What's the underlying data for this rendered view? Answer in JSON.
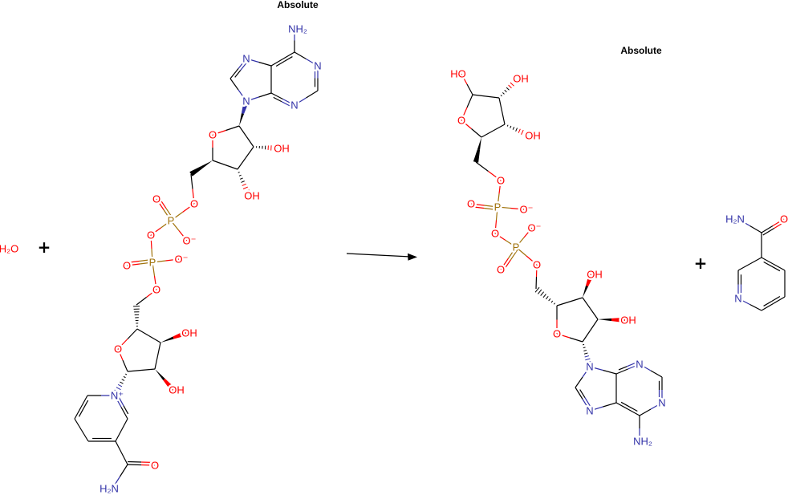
{
  "colors": {
    "carbon": "#000000",
    "oxygen": "#ff0000",
    "nitrogen": "#3232a8",
    "phosphorus": "#a0720a"
  },
  "reaction": {
    "plus_1": "+",
    "plus_2": "+",
    "arrow_icon": "reaction-arrow"
  },
  "water": {
    "label": "H₂O"
  },
  "nad": {
    "stereo_label": "Absolute",
    "labels": {
      "NH2": "NH₂",
      "N1": "N",
      "N3": "N",
      "N7": "N",
      "N9": "N",
      "O4": "O",
      "O2": "OH",
      "O3": "OH",
      "O5": "O",
      "P1": "P",
      "O1a": "O",
      "O1b": "O⁻",
      "Ob": "O",
      "P2": "P",
      "O2a": "O",
      "O2b": "O⁻",
      "O5n": "O",
      "O3n": "OH",
      "O2n": "OH",
      "O4n": "O",
      "Np": "N⁺",
      "Oam": "O",
      "Nam": "H₂N"
    }
  },
  "adp_ribose": {
    "stereo_label": "Absolute",
    "labels": {
      "HO": "HO",
      "O2": "OH",
      "O4": "O",
      "O3": "OH",
      "O5": "O",
      "P1": "P",
      "O1a": "O",
      "O1b": "O⁻",
      "Ob": "O",
      "P2": "P",
      "O2b": "O⁻",
      "O2a": "O",
      "O5a": "O",
      "O3a": "OH",
      "O2a2": "OH",
      "O4a": "O",
      "N9": "N",
      "N7": "N",
      "N3": "N",
      "N1": "N",
      "NH2": "NH₂"
    }
  },
  "nicotinamide": {
    "labels": {
      "N": "N",
      "Nam": "H₂N",
      "O": "O"
    }
  }
}
